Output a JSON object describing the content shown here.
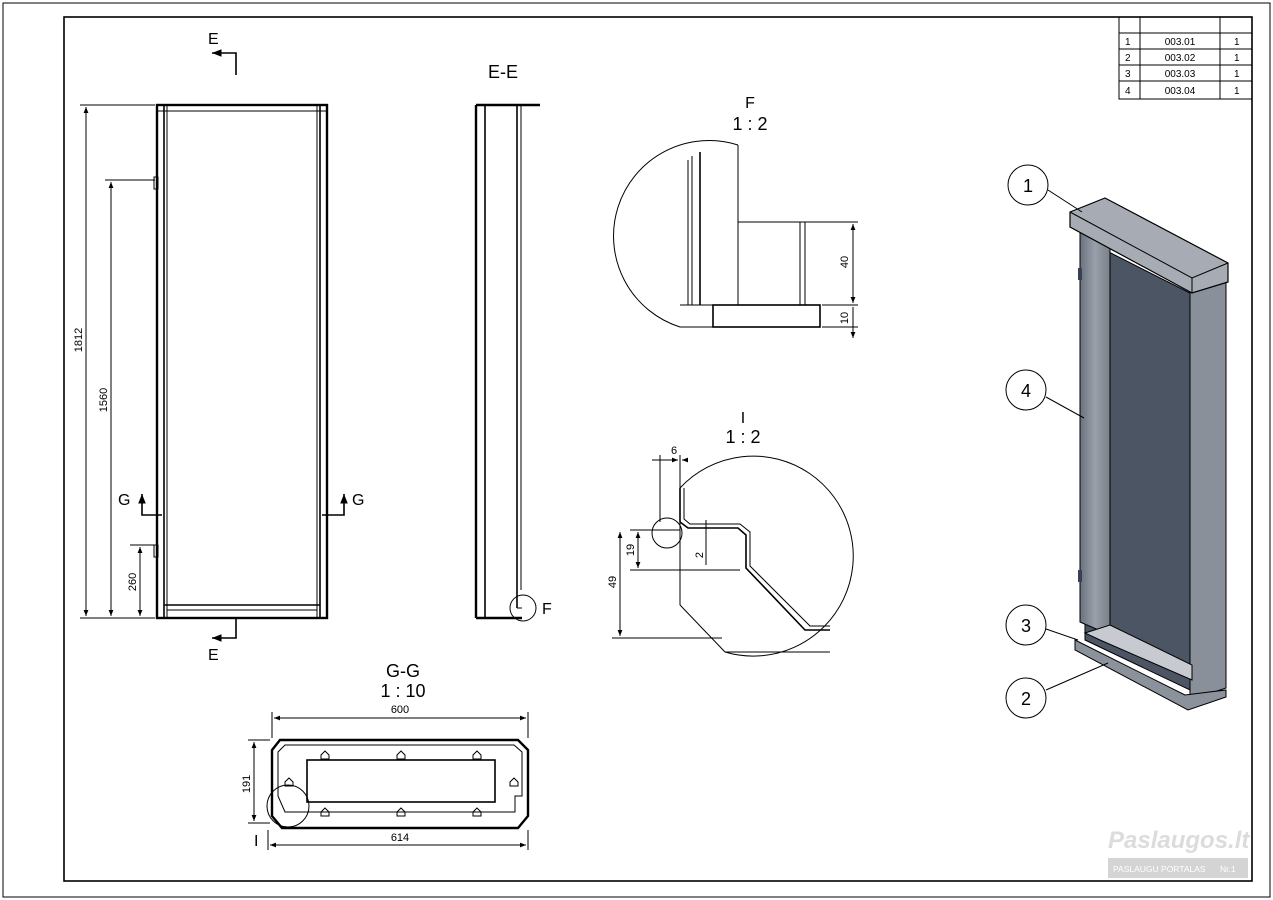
{
  "bom": {
    "rows": [
      {
        "item": "1",
        "part": "003.01",
        "qty": "1"
      },
      {
        "item": "2",
        "part": "003.02",
        "qty": "1"
      },
      {
        "item": "3",
        "part": "003.03",
        "qty": "1"
      },
      {
        "item": "4",
        "part": "003.04",
        "qty": "1"
      }
    ]
  },
  "front_view": {
    "dims": {
      "overall_height": "1812",
      "height_1560": "1560",
      "height_260": "260"
    },
    "section_marks": {
      "e_top": "E",
      "e_bottom": "E",
      "g_left": "G",
      "g_right": "G"
    }
  },
  "section_ee": {
    "title": "E-E",
    "detail_callout": "F"
  },
  "detail_f": {
    "name": "F",
    "scale": "1 : 2",
    "dims": {
      "d40": "40",
      "d10": "10"
    }
  },
  "detail_i": {
    "name": "I",
    "scale": "1 : 2",
    "dims": {
      "d6": "6",
      "d2": "2",
      "d19": "19",
      "d49": "49"
    }
  },
  "section_gg": {
    "name": "G-G",
    "scale": "1 : 10",
    "dims": {
      "d600": "600",
      "d614": "614",
      "d191": "191"
    },
    "detail_callout": "I"
  },
  "balloons": [
    "1",
    "4",
    "3",
    "2"
  ],
  "watermark": {
    "brand": "Paslaugos.lt",
    "tagline": "PASLAUGU PORTALAS",
    "badge": "Nr.1"
  }
}
